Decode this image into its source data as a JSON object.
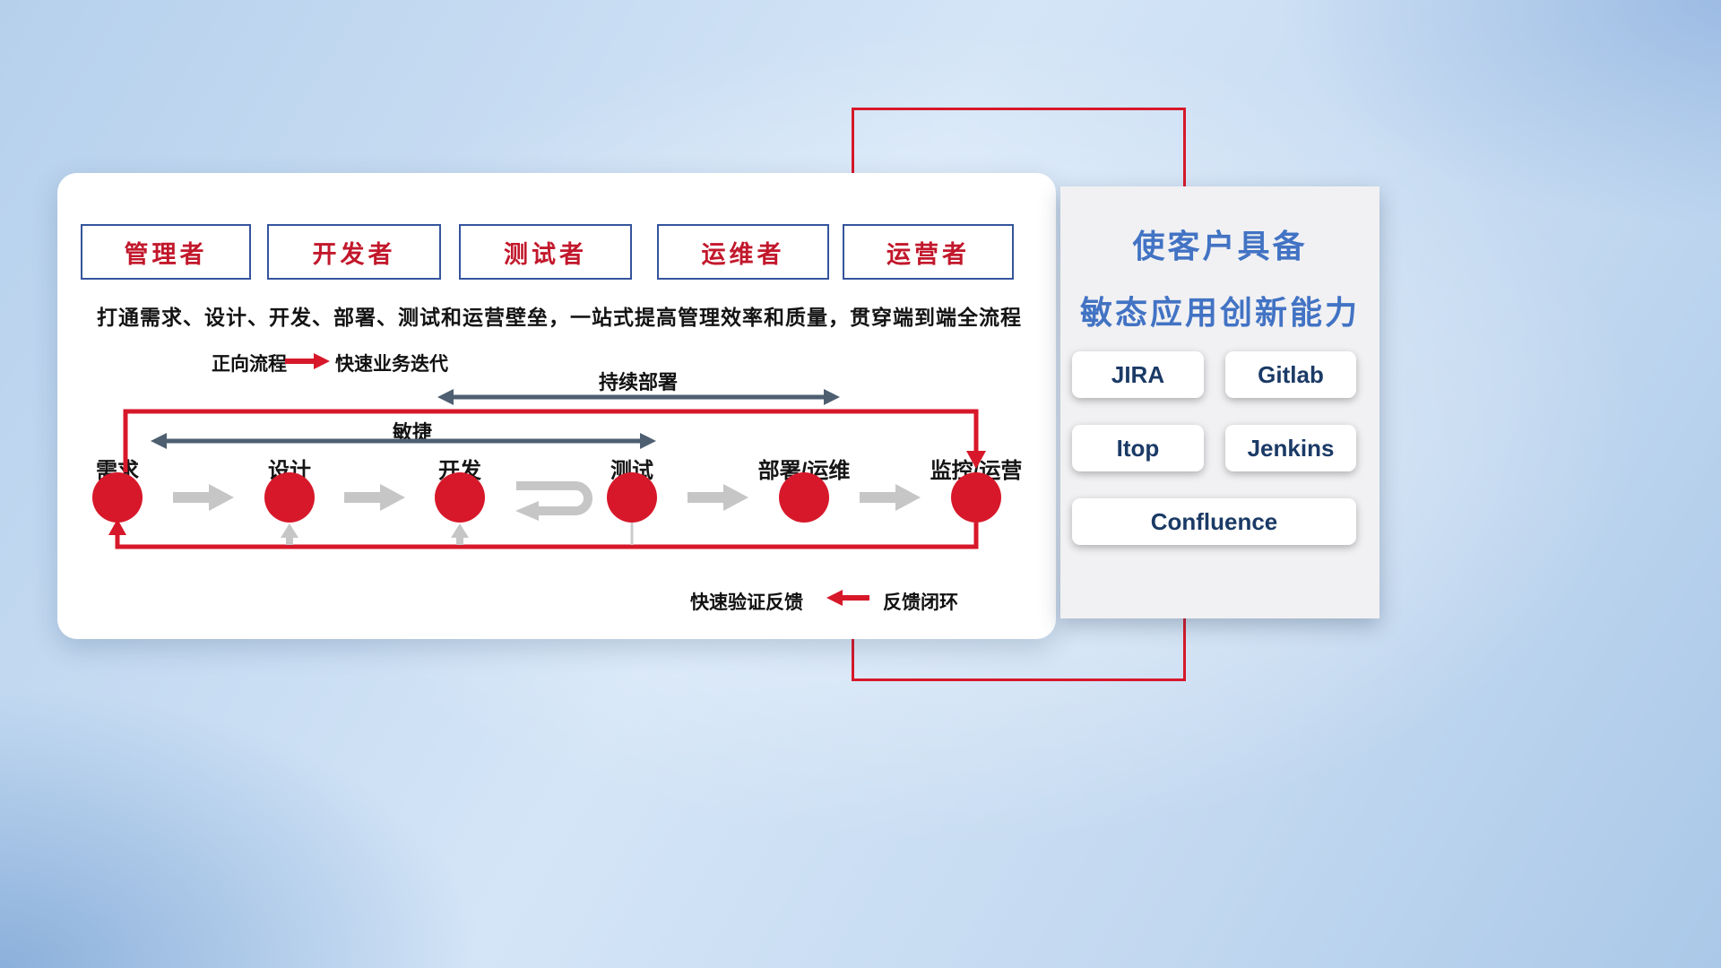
{
  "colors": {
    "accent_red": "#d7182a",
    "title_blue": "#4273c4",
    "tool_text_navy": "#1b3a66",
    "dark_slate_arrow": "#4e5f71",
    "gray_arrow": "#c6c6c6",
    "role_text_red": "#c2182c",
    "role_border_blue": "#35549c"
  },
  "roles": [
    {
      "label": "管理者"
    },
    {
      "label": "开发者"
    },
    {
      "label": "测试者"
    },
    {
      "label": "运维者"
    },
    {
      "label": "运营者"
    }
  ],
  "subtitle": "打通需求、设计、开发、部署、测试和运营壁垒，一站式提高管理效率和质量，贯穿端到端全流程",
  "legend_forward": {
    "label": "正向流程",
    "desc": "快速业务迭代"
  },
  "legend_feedback": {
    "desc": "快速验证反馈",
    "label": "反馈闭环"
  },
  "pipeline": {
    "cd_label": "持续部署",
    "agile_label": "敏捷",
    "stages": [
      "需求",
      "设计",
      "开发",
      "测试",
      "部署/运维",
      "监控/运营"
    ]
  },
  "right_panel": {
    "title_line1": "使客户具备",
    "title_line2": "敏态应用创新能力",
    "tools": [
      "JIRA",
      "Gitlab",
      "Itop",
      "Jenkins",
      "Confluence"
    ]
  }
}
